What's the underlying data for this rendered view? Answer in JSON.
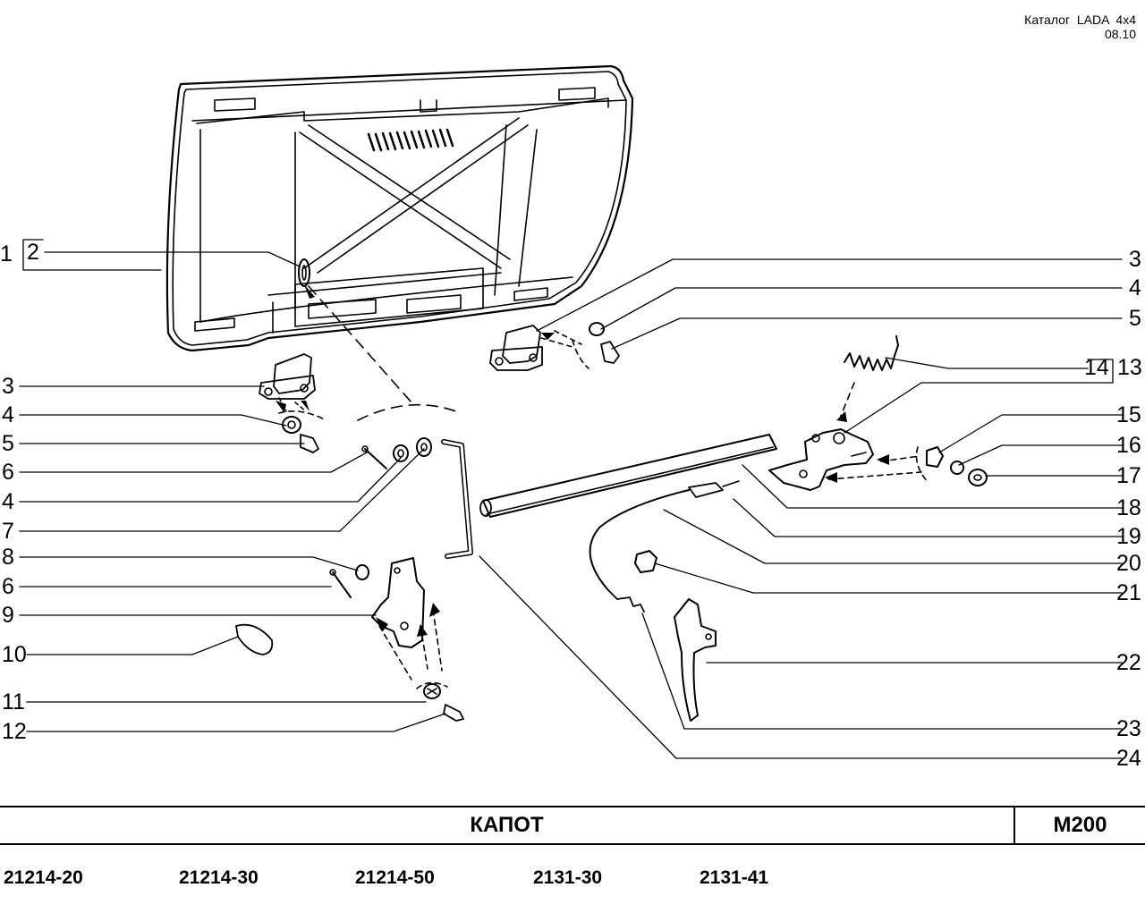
{
  "header": {
    "catalog": "Каталог  LADA  4x4",
    "date": "08.10"
  },
  "title": "КАПОТ",
  "page_code": "M200",
  "models": [
    "21214-20",
    "21214-30",
    "21214-50",
    "2131-30",
    "2131-41"
  ],
  "callouts_left": [
    "1",
    "2",
    "3",
    "4",
    "5",
    "6",
    "4",
    "7",
    "8",
    "6",
    "9",
    "10",
    "11",
    "12"
  ],
  "callouts_right": [
    "3",
    "4",
    "5",
    "14",
    "13",
    "15",
    "16",
    "17",
    "18",
    "19",
    "20",
    "21",
    "22",
    "23",
    "24"
  ]
}
